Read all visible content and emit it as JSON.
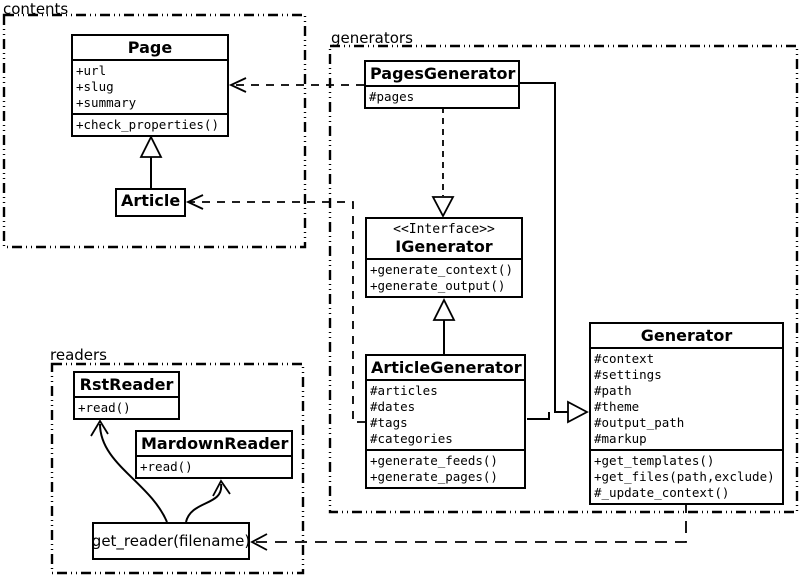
{
  "diagram": {
    "packages": [
      {
        "id": "contents",
        "label": "contents"
      },
      {
        "id": "generators",
        "label": "generators"
      },
      {
        "id": "readers",
        "label": "readers"
      }
    ],
    "classes": {
      "page": {
        "name": "Page",
        "attributes": [
          "+url",
          "+slug",
          "+summary"
        ],
        "methods": [
          "+check_properties()"
        ]
      },
      "article": {
        "name": "Article",
        "attributes": [],
        "methods": []
      },
      "pages_generator": {
        "name": "PagesGenerator",
        "attributes": [
          "#pages"
        ],
        "methods": []
      },
      "igenerator": {
        "stereotype": "<<Interface>>",
        "name": "IGenerator",
        "attributes": [],
        "methods": [
          "+generate_context()",
          "+generate_output()"
        ]
      },
      "article_generator": {
        "name": "ArticleGenerator",
        "attributes": [
          "#articles",
          "#dates",
          "#tags",
          "#categories"
        ],
        "methods": [
          "+generate_feeds()",
          "+generate_pages()"
        ]
      },
      "generator": {
        "name": "Generator",
        "attributes": [
          "#context",
          "#settings",
          "#path",
          "#theme",
          "#output_path",
          "#markup"
        ],
        "methods": [
          "+get_templates()",
          "+get_files(path,exclude)",
          "#_update_context()"
        ]
      },
      "rst_reader": {
        "name": "RstReader",
        "attributes": [],
        "methods": [
          "+read()"
        ]
      },
      "mardown_reader": {
        "name": "MardownReader",
        "attributes": [],
        "methods": [
          "+read()"
        ]
      },
      "get_reader": {
        "label": "get_reader(filename)"
      }
    },
    "relationships": [
      {
        "type": "generalization",
        "from": "Article",
        "to": "Page"
      },
      {
        "type": "dependency",
        "from": "PagesGenerator",
        "to": "Page"
      },
      {
        "type": "dependency",
        "from": "ArticleGenerator",
        "to": "Article"
      },
      {
        "type": "realization",
        "from": "PagesGenerator",
        "to": "IGenerator"
      },
      {
        "type": "generalization",
        "from": "ArticleGenerator",
        "to": "IGenerator"
      },
      {
        "type": "generalization",
        "from": "PagesGenerator",
        "to": "Generator"
      },
      {
        "type": "generalization",
        "from": "ArticleGenerator",
        "to": "Generator"
      },
      {
        "type": "dependency",
        "from": "Generator",
        "to": "get_reader(filename)"
      },
      {
        "type": "arrow",
        "from": "get_reader(filename)",
        "to": "RstReader"
      },
      {
        "type": "arrow",
        "from": "get_reader(filename)",
        "to": "MardownReader"
      }
    ],
    "colors": {
      "line": "#000000",
      "background": "#ffffff"
    }
  }
}
